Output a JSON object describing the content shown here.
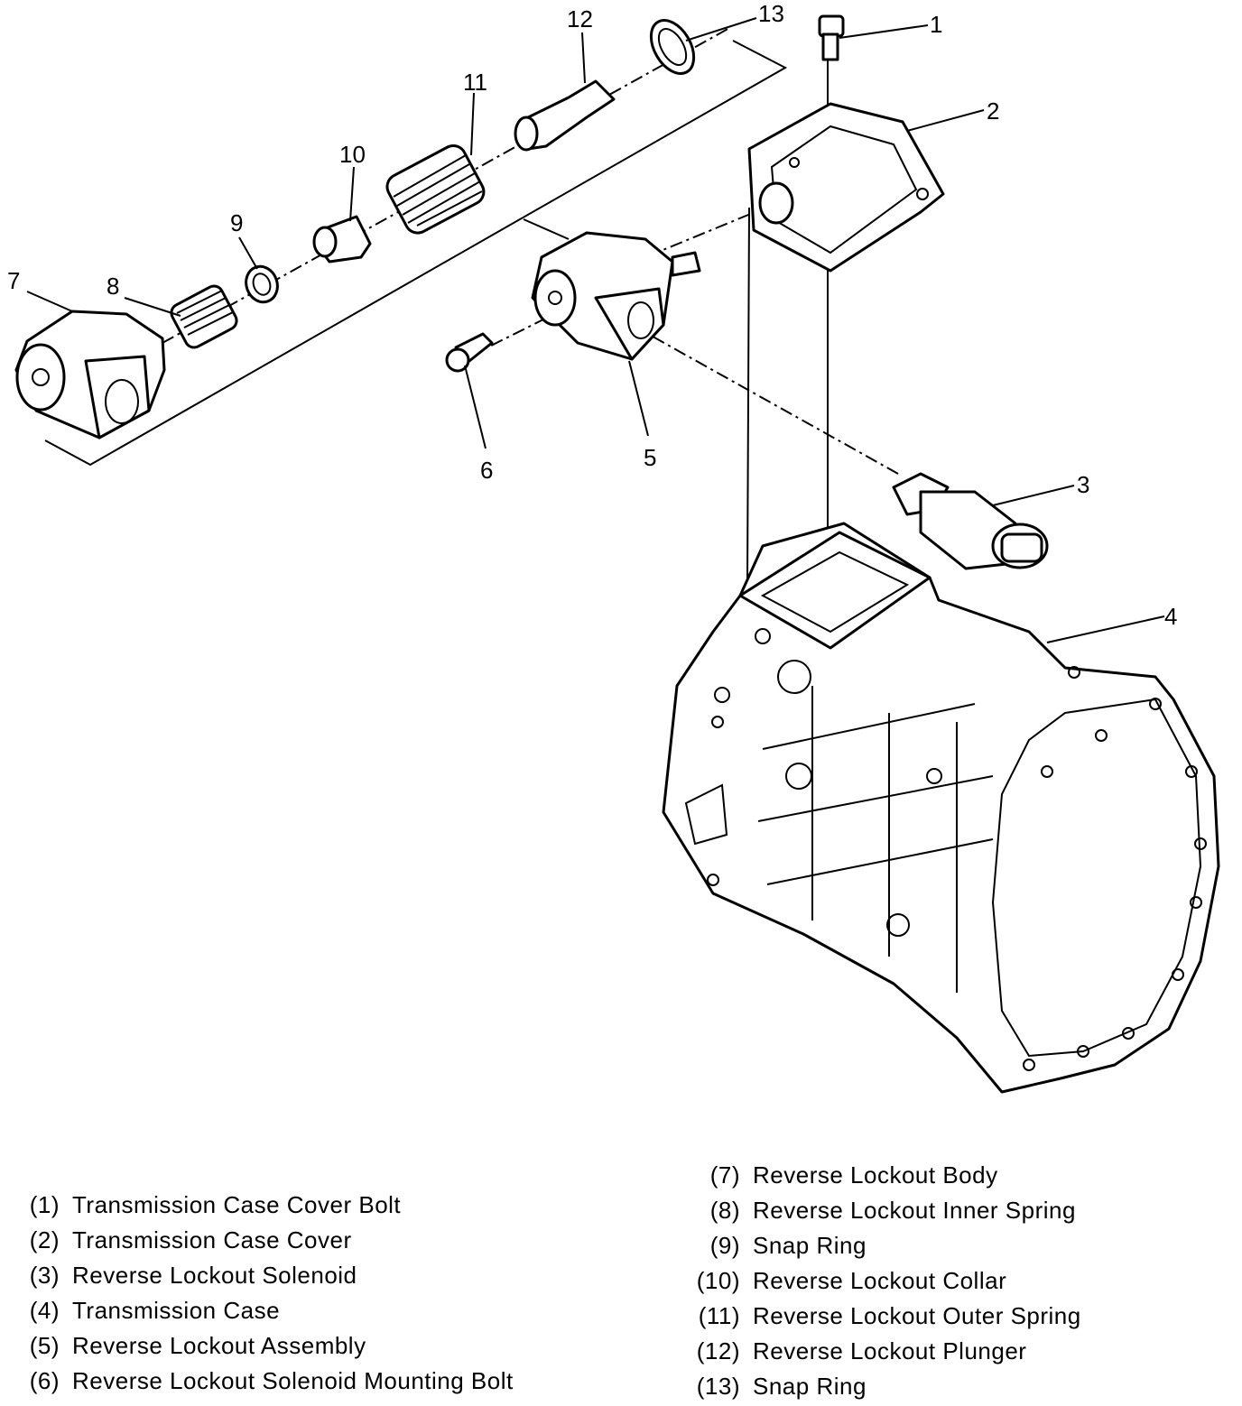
{
  "callouts": {
    "c1": "1",
    "c2": "2",
    "c3": "3",
    "c4": "4",
    "c5": "5",
    "c6": "6",
    "c7": "7",
    "c8": "8",
    "c9": "9",
    "c10": "10",
    "c11": "11",
    "c12": "12",
    "c13": "13"
  },
  "legend_left": [
    {
      "num": "(1)",
      "label": "Transmission Case Cover Bolt"
    },
    {
      "num": "(2)",
      "label": "Transmission Case Cover"
    },
    {
      "num": "(3)",
      "label": "Reverse Lockout Solenoid"
    },
    {
      "num": "(4)",
      "label": "Transmission Case"
    },
    {
      "num": "(5)",
      "label": "Reverse Lockout Assembly"
    },
    {
      "num": "(6)",
      "label": "Reverse Lockout Solenoid Mounting Bolt"
    }
  ],
  "legend_right": [
    {
      "num": "(7)",
      "label": "Reverse Lockout Body"
    },
    {
      "num": "(8)",
      "label": "Reverse Lockout Inner Spring"
    },
    {
      "num": "(9)",
      "label": "Snap Ring"
    },
    {
      "num": "(10)",
      "label": "Reverse Lockout Collar"
    },
    {
      "num": "(11)",
      "label": "Reverse Lockout Outer Spring"
    },
    {
      "num": "(12)",
      "label": "Reverse Lockout Plunger"
    },
    {
      "num": "(13)",
      "label": "Snap Ring"
    }
  ]
}
